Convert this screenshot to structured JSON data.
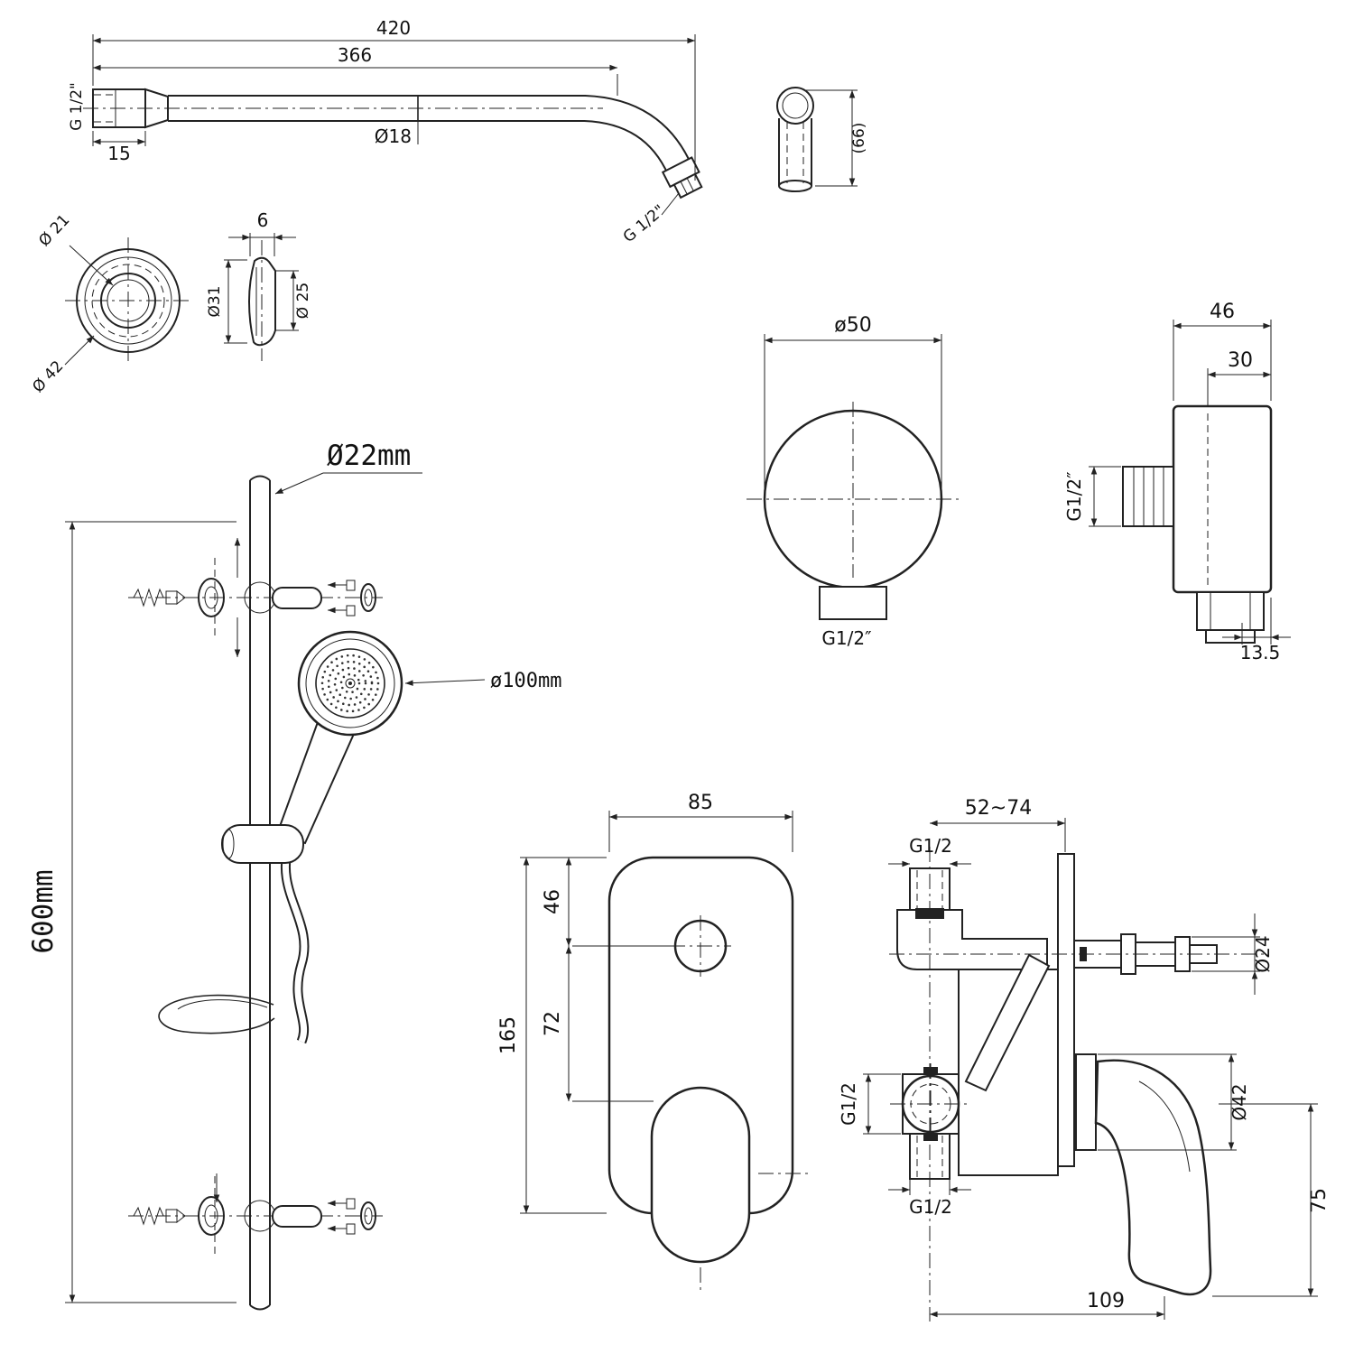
{
  "page": {
    "background": "#ffffff",
    "line_color": "#222222"
  },
  "views": {
    "arm_top": {
      "total_len": "420",
      "straight_len": "366",
      "inlet_thread": "G 1/2\"",
      "fitting_len": "15",
      "pipe_dia": "Ø18",
      "outlet_thread": "G 1/2\""
    },
    "arm_end": {
      "height": "(66)"
    },
    "flange_front": {
      "inner_dia": "Ø 21",
      "outer_dia": "Ø 42"
    },
    "flange_side": {
      "thickness": "6",
      "outer_dia": "Ø31",
      "inner_dia": "Ø 25"
    },
    "outlet_front": {
      "dia": "ø50",
      "thread": "G1/2″"
    },
    "outlet_side": {
      "width": "46",
      "body_depth": "30",
      "thread": "G1/2″",
      "nipple_len": "13.5"
    },
    "rail": {
      "tube_dia": "Ø22mm",
      "length": "600mm",
      "head_dia": "ø100mm"
    },
    "mixer_front": {
      "plate_width": "85",
      "top_to_knob": "46",
      "knob_to_handle": "72",
      "plate_height": "165"
    },
    "mixer_side": {
      "depth_range": "52~74",
      "top_thread": "G1/2",
      "spindle_dia": "Ø24",
      "side_thread": "G1/2",
      "bottom_thread": "G1/2",
      "trim_dia": "Ø42",
      "handle_len": "75",
      "body_len": "109"
    }
  }
}
